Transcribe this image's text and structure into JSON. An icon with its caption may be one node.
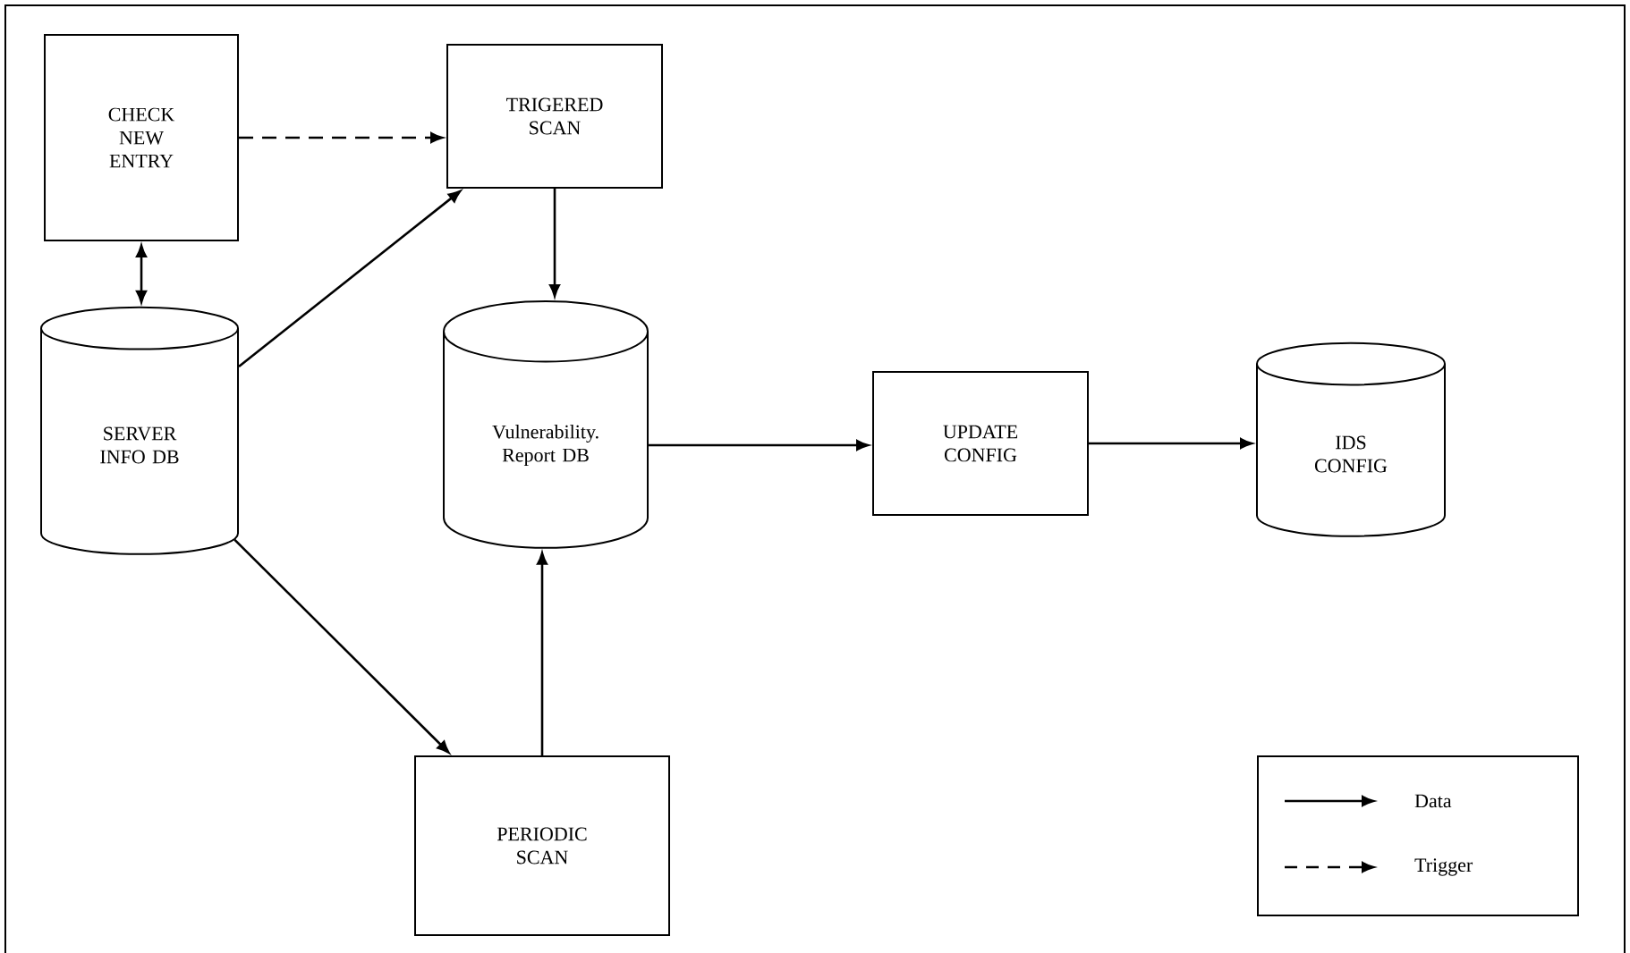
{
  "diagram": {
    "nodes": [
      {
        "text": [
          "CHECK NEW ENTRY"
        ]
      },
      {
        "text": [
          "TRIGERED SCAN"
        ]
      },
      {
        "text": [
          "SERVER INFO DB"
        ]
      },
      {
        "text": [
          "Vulnerability. Report DB"
        ]
      },
      {
        "text": [
          "UPDATE CONFIG"
        ]
      },
      {
        "text": [
          "IDS CONFIG"
        ]
      },
      {
        "text": [
          "PERIODIC SCAN"
        ]
      }
    ],
    "edges": [
      {
        "from": 0,
        "to": 1,
        "arrow": "to",
        "style": "dashed"
      },
      {
        "from": 0,
        "to": 2,
        "arrow": "both"
      },
      {
        "from": 2,
        "to": 1,
        "arrow": "to"
      },
      {
        "from": 1,
        "to": 3,
        "arrow": "to"
      },
      {
        "from": 3,
        "to": 4,
        "arrow": "to"
      },
      {
        "from": 4,
        "to": 5,
        "arrow": "to"
      },
      {
        "from": 2,
        "to": 6,
        "arrow": "to"
      },
      {
        "from": 6,
        "to": 3,
        "arrow": "to"
      }
    ],
    "legend": [
      {
        "text": "Data"
      },
      {
        "text": "Trigger"
      }
    ]
  }
}
